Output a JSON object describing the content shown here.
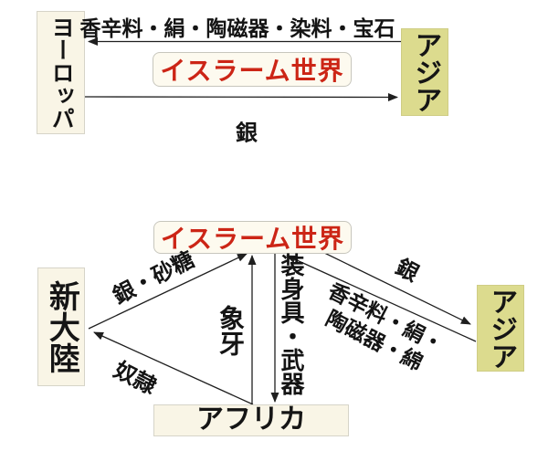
{
  "colors": {
    "accent_red": "#cc2516",
    "node_cream": "#f9f5e6",
    "islam_bg": "#fdfaef",
    "node_olive": "#dcdb8e",
    "border_gray": "#d6d4c8",
    "line": "#1f1f1f"
  },
  "top_diagram": {
    "nodes": {
      "europe": {
        "label": "ヨーロッパ"
      },
      "asia": {
        "label": "アジア"
      },
      "islam": {
        "label": "イスラーム世界"
      }
    },
    "flows": [
      {
        "from": "アジア",
        "to": "ヨーロッパ",
        "label": "香辛料・絹・陶磁器・染料・宝石"
      },
      {
        "from": "ヨーロッパ",
        "to": "アジア",
        "label": "銀"
      }
    ]
  },
  "bottom_diagram": {
    "nodes": {
      "islam": {
        "label": "イスラーム世界"
      },
      "new_world": {
        "label": "新大陸"
      },
      "asia": {
        "label": "アジア"
      },
      "africa": {
        "label": "アフリカ"
      }
    },
    "flows": [
      {
        "from": "新大陸",
        "to": "イスラーム世界",
        "label": "銀・砂糖"
      },
      {
        "from": "アフリカ",
        "to": "新大陸",
        "label": "奴隷"
      },
      {
        "from": "アフリカ",
        "to": "イスラーム世界",
        "label": "象牙"
      },
      {
        "from": "イスラーム世界",
        "to": "アフリカ",
        "label": "装身具・武器"
      },
      {
        "from": "イスラーム世界",
        "to": "アジア",
        "label": "銀"
      },
      {
        "from": "アジア",
        "to": "イスラーム世界",
        "label": "香辛料・絹・陶磁器・綿",
        "label_lines": [
          "香辛料・絹・",
          "陶磁器・綿"
        ]
      }
    ]
  }
}
